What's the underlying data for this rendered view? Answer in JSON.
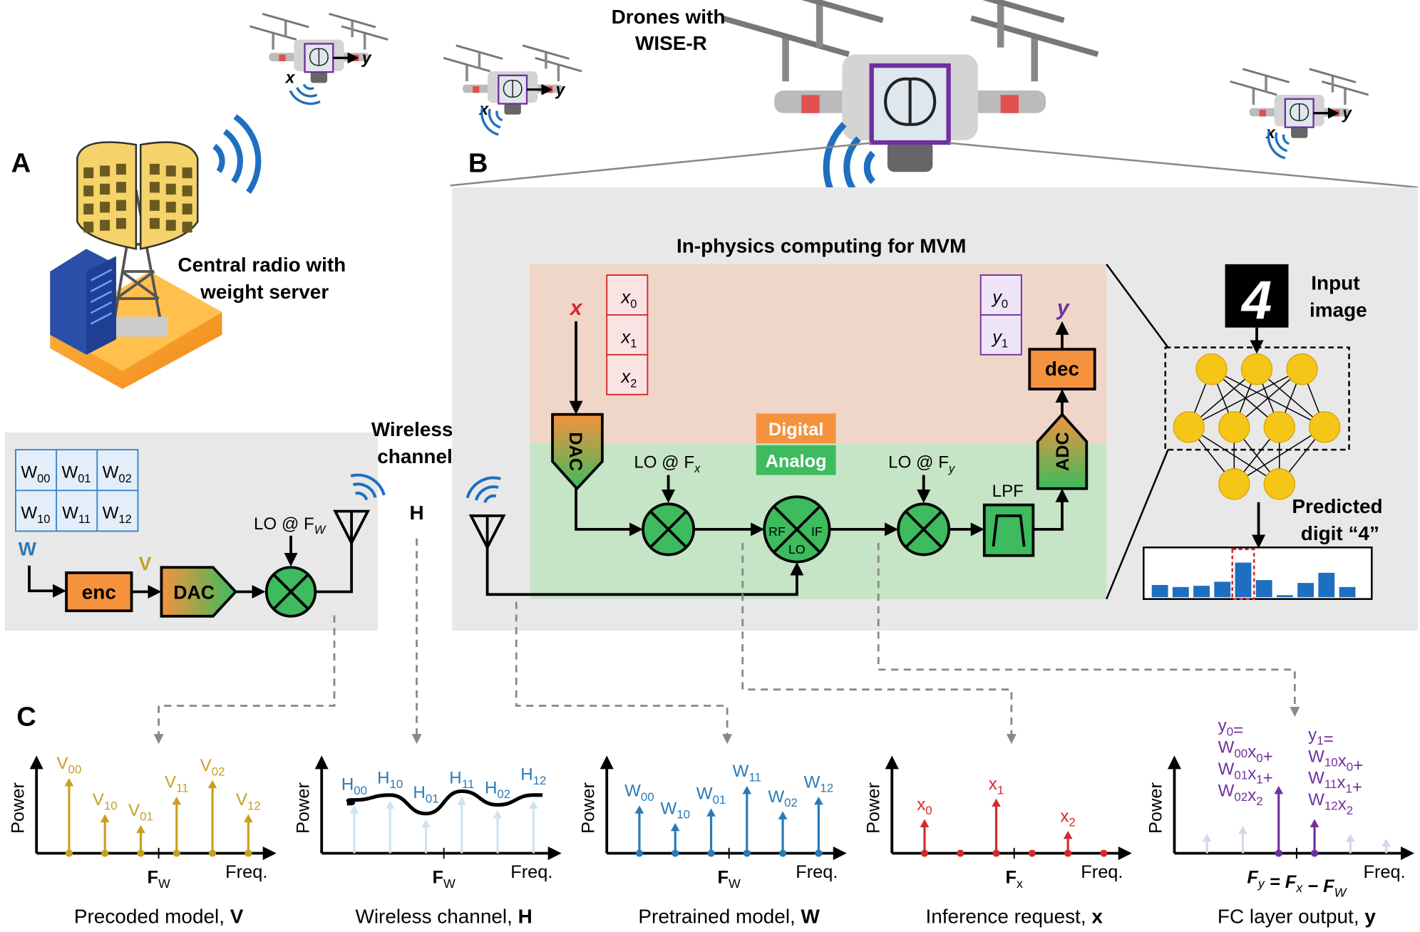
{
  "panel_labels": {
    "a": "A",
    "b": "B",
    "c": "C"
  },
  "drones_title": [
    "Drones with",
    "WISE-R"
  ],
  "drone_io": {
    "x": "x",
    "y": "y"
  },
  "central_radio": [
    "Central radio with",
    "weight server"
  ],
  "transmitter": {
    "weights": [
      [
        {
          "b": "W",
          "s": "00"
        },
        {
          "b": "W",
          "s": "01"
        },
        {
          "b": "W",
          "s": "02"
        }
      ],
      [
        {
          "b": "W",
          "s": "10"
        },
        {
          "b": "W",
          "s": "11"
        },
        {
          "b": "W",
          "s": "12"
        }
      ]
    ],
    "w_label": "W",
    "v_label": "V",
    "enc": "enc",
    "dac": "DAC",
    "lo": {
      "b": "LO @ F",
      "s": "W"
    }
  },
  "channel": {
    "title": [
      "Wireless",
      "channel"
    ],
    "h": "H"
  },
  "receiver": {
    "title": "In-physics computing for MVM",
    "x_label": "x",
    "x_entries": [
      {
        "b": "x",
        "s": "0"
      },
      {
        "b": "x",
        "s": "1"
      },
      {
        "b": "x",
        "s": "2"
      }
    ],
    "y_label": "y",
    "y_entries": [
      {
        "b": "y",
        "s": "0"
      },
      {
        "b": "y",
        "s": "1"
      }
    ],
    "dac": "DAC",
    "adc": "ADC",
    "dec": "dec",
    "digital": "Digital",
    "analog": "Analog",
    "lo_x": {
      "b": "LO @ F",
      "s": "x"
    },
    "lo_y": {
      "b": "LO @ F",
      "s": "y"
    },
    "mixer_ports": {
      "rf": "RF",
      "if": "IF",
      "lo": "LO"
    },
    "lpf": "LPF"
  },
  "classifier": {
    "input_label": [
      "Input",
      "image"
    ],
    "input_digit": "4",
    "prediction": [
      "Predicted",
      "digit “4”"
    ],
    "output_scores": [
      0.3,
      0.25,
      0.28,
      0.38,
      0.85,
      0.42,
      0.05,
      0.35,
      0.6,
      0.25
    ],
    "predicted_index": 4
  },
  "colors": {
    "orange": "#f5923e",
    "green": "#3dbb5e",
    "digital_bg": "#f0d6c9",
    "analog_bg": "#c6e4c6",
    "neuron": "#f5c518",
    "purple": "#7030a0",
    "red": "#d42a2a",
    "blue": "#2a7ab8",
    "gold": "#c8a020"
  },
  "spectra": [
    {
      "title": "Precoded model, ",
      "title_bold": "V",
      "ylabel": "Power",
      "xlabel": "Freq.",
      "tick": [
        [
          "F",
          "W"
        ]
      ],
      "color": "#c8a020",
      "curve": false,
      "arrows": [
        {
          "f": -2.5,
          "p": 0.77,
          "label": [
            [
              [
                "V",
                "00"
              ]
            ]
          ]
        },
        {
          "f": -1.5,
          "p": 0.4,
          "label": [
            [
              [
                "V",
                "10"
              ]
            ]
          ]
        },
        {
          "f": -0.5,
          "p": 0.29,
          "label": [
            [
              [
                "V",
                "01"
              ]
            ]
          ]
        },
        {
          "f": 0.5,
          "p": 0.58,
          "label": [
            [
              [
                "V",
                "11"
              ]
            ]
          ]
        },
        {
          "f": 1.5,
          "p": 0.75,
          "label": [
            [
              [
                "V",
                "02"
              ]
            ]
          ]
        },
        {
          "f": 2.5,
          "p": 0.4,
          "label": [
            [
              [
                "V",
                "12"
              ]
            ]
          ]
        }
      ]
    },
    {
      "title": "Wireless channel, ",
      "title_bold": "H",
      "ylabel": "Power",
      "xlabel": "Freq.",
      "tick": [
        [
          "F",
          "W"
        ]
      ],
      "color": "#2a7ab8",
      "curve": true,
      "arrows": [
        {
          "f": -2.5,
          "p": 0.49,
          "faint": true,
          "label": [
            [
              [
                "H",
                "00"
              ]
            ]
          ]
        },
        {
          "f": -1.5,
          "p": 0.54,
          "faint": true,
          "label": [
            [
              [
                "H",
                "10"
              ]
            ]
          ]
        },
        {
          "f": -0.5,
          "p": 0.35,
          "faint": true,
          "label": [
            [
              [
                "H",
                "01"
              ]
            ]
          ]
        },
        {
          "f": 0.5,
          "p": 0.58,
          "faint": true,
          "label": [
            [
              [
                "H",
                "11"
              ]
            ]
          ]
        },
        {
          "f": 1.5,
          "p": 0.44,
          "faint": true,
          "label": [
            [
              [
                "H",
                "02"
              ]
            ]
          ]
        },
        {
          "f": 2.5,
          "p": 0.54,
          "faint": true,
          "label": [
            [
              [
                "H",
                "12"
              ]
            ]
          ]
        }
      ]
    },
    {
      "title": "Pretrained model, ",
      "title_bold": "W",
      "ylabel": "Power",
      "xlabel": "Freq.",
      "tick": [
        [
          "F",
          "W"
        ]
      ],
      "color": "#2a7ab8",
      "curve": false,
      "arrows": [
        {
          "f": -2.5,
          "p": 0.49,
          "label": [
            [
              [
                "W",
                "00"
              ]
            ]
          ]
        },
        {
          "f": -1.5,
          "p": 0.31,
          "label": [
            [
              [
                "W",
                "10"
              ]
            ]
          ]
        },
        {
          "f": -0.5,
          "p": 0.46,
          "label": [
            [
              [
                "W",
                "01"
              ]
            ]
          ]
        },
        {
          "f": 0.5,
          "p": 0.69,
          "label": [
            [
              [
                "W",
                "11"
              ]
            ]
          ]
        },
        {
          "f": 1.5,
          "p": 0.43,
          "label": [
            [
              [
                "W",
                "02"
              ]
            ]
          ]
        },
        {
          "f": 2.5,
          "p": 0.58,
          "label": [
            [
              [
                "W",
                "12"
              ]
            ]
          ]
        }
      ]
    },
    {
      "title": "Inference request, ",
      "title_bold": "x",
      "ylabel": "Power",
      "xlabel": "Freq.",
      "tick": [
        [
          "F",
          "x"
        ]
      ],
      "color": "#d42a2a",
      "curve": false,
      "arrows": [
        {
          "f": -2.5,
          "p": 0.35,
          "label": [
            [
              [
                "x",
                "0"
              ]
            ]
          ]
        },
        {
          "f": -1.5,
          "p": 0
        },
        {
          "f": -0.5,
          "p": 0.56,
          "label": [
            [
              [
                "x",
                "1"
              ]
            ]
          ]
        },
        {
          "f": 0.5,
          "p": 0
        },
        {
          "f": 1.5,
          "p": 0.23,
          "label": [
            [
              [
                "x",
                "2"
              ]
            ]
          ]
        },
        {
          "f": 2.5,
          "p": 0
        }
      ]
    },
    {
      "title": "FC layer output, ",
      "title_bold": "y",
      "ylabel": "Power",
      "xlabel": "Freq.",
      "tick": [
        [
          "F",
          "y"
        ],
        [
          " = ",
          ""
        ],
        [
          "F",
          "x"
        ],
        [
          " − ",
          ""
        ],
        [
          "F",
          "W"
        ]
      ],
      "color": "#7030a0",
      "curve": false,
      "arrows": [
        {
          "f": -2.5,
          "p": 0.2,
          "faint": true
        },
        {
          "f": -1.5,
          "p": 0.28,
          "faint": true
        },
        {
          "f": -0.5,
          "p": 0.69,
          "label": [
            [
              [
                "y",
                "0"
              ],
              [
                "=",
                ""
              ]
            ],
            [
              [
                "W",
                "00"
              ],
              [
                "x",
                "0"
              ],
              [
                "+",
                ""
              ]
            ],
            [
              [
                "W",
                "01"
              ],
              [
                "x",
                "1"
              ],
              [
                "+",
                ""
              ]
            ],
            [
              [
                "W",
                "02"
              ],
              [
                "x",
                "2"
              ]
            ]
          ]
        },
        {
          "f": 0.5,
          "p": 0.35,
          "label": [
            [
              [
                "y",
                "1"
              ],
              [
                "=",
                ""
              ]
            ],
            [
              [
                "W",
                "10"
              ],
              [
                "x",
                "0"
              ],
              [
                "+",
                ""
              ]
            ],
            [
              [
                "W",
                "11"
              ],
              [
                "x",
                "1"
              ],
              [
                "+",
                ""
              ]
            ],
            [
              [
                "W",
                "12"
              ],
              [
                "x",
                "2"
              ]
            ]
          ]
        },
        {
          "f": 1.5,
          "p": 0.2,
          "faint": true
        },
        {
          "f": 2.5,
          "p": 0.15,
          "faint": true
        }
      ]
    }
  ]
}
